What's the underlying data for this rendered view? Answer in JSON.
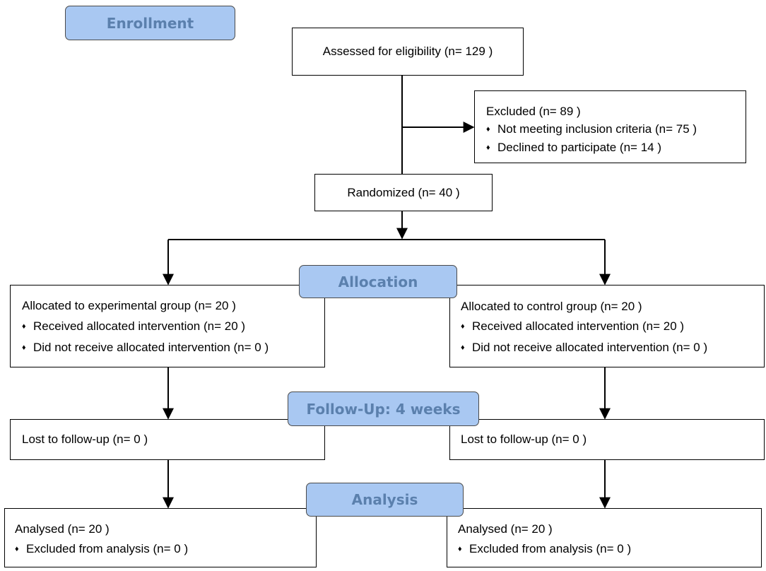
{
  "stages": {
    "enrollment": "Enrollment",
    "allocation": "Allocation",
    "followup": "Follow-Up: 4 weeks",
    "analysis": "Analysis"
  },
  "assessed": {
    "text": "Assessed for eligibility (n= 129 )"
  },
  "excluded": {
    "title": "Excluded  (n= 89 )",
    "items": [
      "Not meeting inclusion criteria (n= 75 )",
      "Declined to participate (n= 14 )"
    ]
  },
  "randomized": {
    "text": "Randomized (n= 40 )"
  },
  "allocation_left": {
    "title": "Allocated to experimental group (n= 20 )",
    "items": [
      "Received allocated intervention (n= 20 )",
      "Did not receive allocated intervention (n= 0 )"
    ]
  },
  "allocation_right": {
    "title": "Allocated to control group (n= 20 )",
    "items": [
      "Received allocated intervention (n= 20 )",
      "Did not receive allocated intervention (n= 0 )"
    ]
  },
  "followup_left": {
    "text": "Lost to follow-up (n= 0 )"
  },
  "followup_right": {
    "text": "Lost to follow-up (n= 0 )"
  },
  "analysis_left": {
    "title": "Analysed  (n= 20 )",
    "items": [
      "Excluded from analysis (n= 0 )"
    ]
  },
  "analysis_right": {
    "title": "Analysed  (n= 20 )",
    "items": [
      "Excluded from analysis (n= 0 )"
    ]
  },
  "colors": {
    "stage_fill": "#a9c8f2",
    "stage_text": "#5b80ad",
    "box_border": "#000000"
  }
}
